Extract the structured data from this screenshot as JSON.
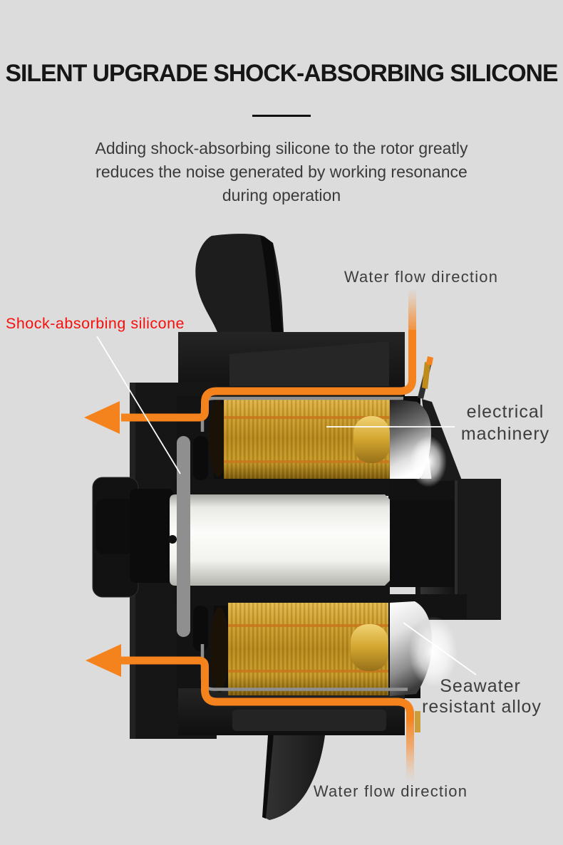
{
  "header": {
    "title": "SILENT UPGRADE SHOCK-ABSORBING SILICONE",
    "description_lines": [
      "Adding shock-absorbing silicone to the rotor greatly",
      "reduces the noise generated by working resonance",
      "during operation"
    ]
  },
  "diagram": {
    "labels": {
      "water_flow_top": "Water flow direction",
      "shock_absorbing_silicone": "Shock-absorbing silicone",
      "electrical_machinery_line1": "electrical",
      "electrical_machinery_line2": "machinery",
      "seawater_alloy_line1": "Seawater",
      "seawater_alloy_line2": "resistant alloy",
      "water_flow_bottom": "Water flow direction"
    },
    "colors": {
      "background": "#dcdcdc",
      "flow_arrow_orange": "#f5831d",
      "silicone_label_red": "#f80f0c",
      "label_gray": "#3d3d3d",
      "coil_gold": "#bd8f1f",
      "housing_black": "#161616",
      "silicone_pad_gray": "#8f8f8f",
      "rotor_white": "#f6f6f3"
    }
  }
}
